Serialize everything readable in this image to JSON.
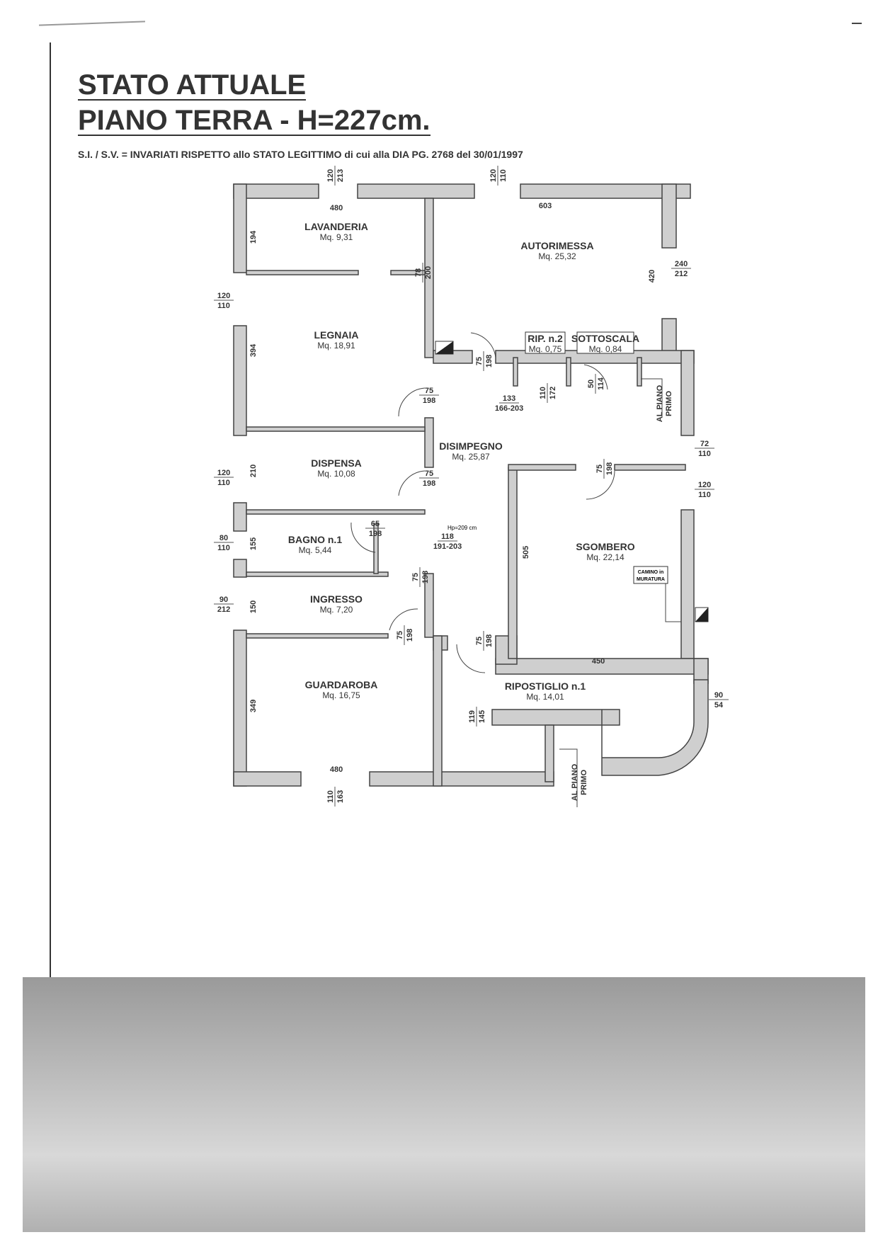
{
  "header": {
    "title_line1": "STATO ATTUALE",
    "title_line2": "PIANO TERRA - H=227cm.",
    "subtitle": "S.I. / S.V. = INVARIATI RISPETTO allo STATO LEGITTIMO di cui alla DIA PG. 2768 del 30/01/1997"
  },
  "rooms": [
    {
      "name": "LAVANDERIA",
      "area": "Mq. 9,31"
    },
    {
      "name": "AUTORIMESSA",
      "area": "Mq. 25,32"
    },
    {
      "name": "LEGNAIA",
      "area": "Mq. 18,91"
    },
    {
      "name": "RIP. n.2",
      "area": "Mq. 0,75"
    },
    {
      "name": "SOTTOSCALA",
      "area": "Mq. 0,84"
    },
    {
      "name": "DISIMPEGNO",
      "area": "Mq. 25,87"
    },
    {
      "name": "DISPENSA",
      "area": "Mq. 10,08"
    },
    {
      "name": "BAGNO n.1",
      "area": "Mq. 5,44"
    },
    {
      "name": "SGOMBERO",
      "area": "Mq. 22,14"
    },
    {
      "name": "INGRESSO",
      "area": "Mq. 7,20"
    },
    {
      "name": "GUARDAROBA",
      "area": "Mq. 16,75"
    },
    {
      "name": "RIPOSTIGLIO n.1",
      "area": "Mq. 14,01"
    }
  ],
  "labels": {
    "stairs_up_1": [
      "AL PIANO",
      "PRIMO"
    ],
    "stairs_up_2": [
      "AL PIANO",
      "PRIMO"
    ],
    "fireplace": [
      "CAMINO in",
      "MURATURA"
    ],
    "bath_height": "Hp=209 cm"
  },
  "dimensions": [
    {
      "num": "120",
      "den": "213"
    },
    {
      "num": "120",
      "den": "110"
    },
    {
      "num": "480"
    },
    {
      "num": "603"
    },
    {
      "num": "194"
    },
    {
      "num": "78",
      "den": "200"
    },
    {
      "num": "420"
    },
    {
      "num": "240",
      "den": "212"
    },
    {
      "num": "120",
      "den": "110"
    },
    {
      "num": "394"
    },
    {
      "num": "75",
      "den": "198"
    },
    {
      "num": "75",
      "den": "198"
    },
    {
      "num": "110",
      "den": "172"
    },
    {
      "num": "50",
      "den": "114"
    },
    {
      "num": "133",
      "den": "166-203"
    },
    {
      "num": "72",
      "den": "110"
    },
    {
      "num": "120",
      "den": "110"
    },
    {
      "num": "75",
      "den": "198"
    },
    {
      "num": "120",
      "den": "110"
    },
    {
      "num": "210"
    },
    {
      "num": "75",
      "den": "198"
    },
    {
      "num": "80",
      "den": "110"
    },
    {
      "num": "155"
    },
    {
      "num": "65",
      "den": "198"
    },
    {
      "num": "118",
      "den": "191-203"
    },
    {
      "num": "75",
      "den": "198"
    },
    {
      "num": "90",
      "den": "212"
    },
    {
      "num": "150"
    },
    {
      "num": "75",
      "den": "198"
    },
    {
      "num": "75",
      "den": "198"
    },
    {
      "num": "505"
    },
    {
      "num": "450"
    },
    {
      "num": "90",
      "den": "54"
    },
    {
      "num": "349"
    },
    {
      "num": "119",
      "den": "145"
    },
    {
      "num": "480"
    },
    {
      "num": "110",
      "den": "163"
    }
  ]
}
